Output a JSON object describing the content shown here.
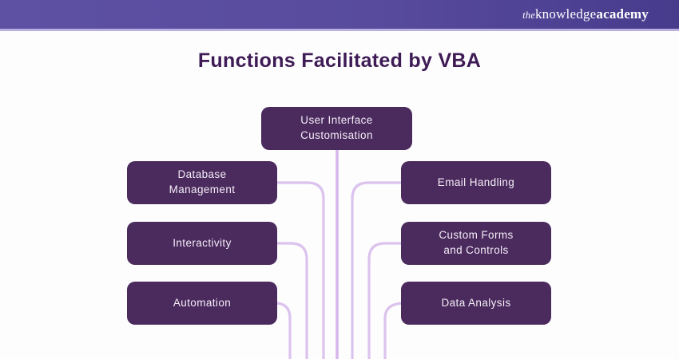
{
  "header": {
    "logo": {
      "the": "the",
      "knowledge": "knowledge",
      "academy": "academy"
    }
  },
  "title": "Functions Facilitated by VBA",
  "diagram": {
    "root": {
      "label": "User Interface\nCustomisation"
    },
    "left": [
      {
        "label": "Database\nManagement"
      },
      {
        "label": "Interactivity"
      },
      {
        "label": "Automation"
      }
    ],
    "right": [
      {
        "label": "Email Handling"
      },
      {
        "label": "Custom Forms\nand Controls"
      },
      {
        "label": "Data Analysis"
      }
    ]
  },
  "colors": {
    "header_gradient_left": "#5e51a4",
    "header_gradient_right": "#473b8c",
    "header_underline": "#b9b0de",
    "logo_text": "#ffffff",
    "title_text": "#3e1b55",
    "node_background": "#4b2a5e",
    "node_text": "#f3eef6",
    "connector_line": "#dcc3ee",
    "center_line": "#d6b6ea",
    "page_background": "#fdfdfe"
  }
}
